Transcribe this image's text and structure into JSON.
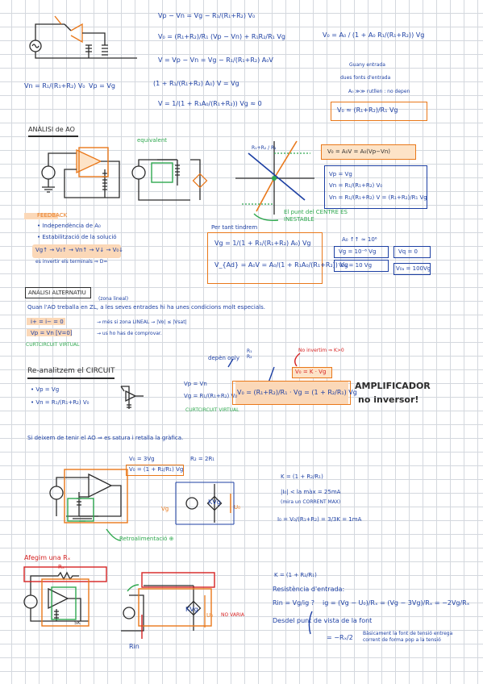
{
  "top": {
    "eq1": "Vp − Vn = Vg − R₁/(R₁+R₂) V₀",
    "eq2": "V₀ = (R₁+R₂)/R₁ (Vp − Vn) + R₁R₂/R₁ Vg",
    "eq3": "V = Vp − Vn = Vg − R₁/(R₁+R₂) A₀V",
    "eq4": "(1 + R₁/(R₁+R₂) A₀) V = Vg",
    "eq5": "V = 1/(1 + R₁A₀/(R₁+R₂)) Vg ≈ 0",
    "vn_eq": "Vn = R₁/(R₁+R₂) V₀",
    "vp_eq": "Vp = Vg",
    "v0_eq": "V₀ = A₀ / (1 + A₀ R₁/(R₁+R₂)) Vg",
    "note1": "Guany entrada",
    "note2": "dues fonts d'entrada",
    "note3": "A₀ ≫≫ rutllen : no depen",
    "result": "V₀ ≈ (R₁+R₂)/R₁ Vg"
  },
  "analisi": {
    "title": "ANÀLISI de AO",
    "equivalent": "equivalent",
    "feedback_title": "FEEDBACK",
    "feedback_1": "• Independència de A₀",
    "feedback_2": "• Estabilització de la solució",
    "chain": "Vg↑ → V₀↑ → Vn↑ → V↓ → V₀↓",
    "chain_note": "es invertir els terminals ⇒ D=",
    "unstable": "El punt del CENTRE ÉS INESTABLE",
    "graph_label": "R₁+R₂ / R₁",
    "green_box1": "V₀ = A₀V = A₀(Vp−Vn)",
    "green_box2a": "Vp = Vg",
    "green_box2b": "Vn = R₁/(R₁+R₂) V₀",
    "green_box2c": "Vn = R₁/(R₁+R₂) V = (R₁+R₂)/R₁ Vg",
    "per_tant": "Per tant tindrem",
    "vg_eq": "Vg = 1/(1 + R₁/(R₁+R₂) A₀) Vg",
    "vad_eq": "V_{Ad} = A₀V = A₀/(1 + R₁A₀/(R₁+R₂)) Vg",
    "a0_note": "A₀ ↑↑ ≈ 10⁶",
    "vg_small": "Vg = 10⁻⁶ Vg",
    "vad_small": "V₀ₐ = 10 Vg",
    "vq0": "Vq = 0",
    "vad100": "V₀ₐ = 100Vg"
  },
  "alternatiu": {
    "title": "ANÀLISI ALTERNATIU",
    "subtitle": "(zona lineal)",
    "sentence": "Quan l'AO treballa en ZL, a les seves entrades hi ha unes condicions molt especials.",
    "cond1": "i+ = i− = 0",
    "cond2": "Vp = Vn [V=0]",
    "cond1_note": "→ més si zona LINEAL → |Vo| ≤ |Vsat|",
    "cond2_note": "→ us ho has de comprovar.",
    "curt": "CURTCIRCUIT VIRTUAL"
  },
  "reanal": {
    "title": "Re-analitzem el CIRCUIT",
    "b1": "• Vp = Vg",
    "b2": "• Vn = R₁/(R₁+R₂) V₀",
    "mid1": "Vp = Vn",
    "mid2": "Vg = R₁/(R₁+R₂) V₀",
    "curt": "CURTCIRCUIT VIRTUAL",
    "depen": "depèn only",
    "r_labels": "R₁ R₂",
    "no_invertirl": "No invertim ⇒ K>0",
    "vo_kvg": "V₀ = K · Vg",
    "main": "V₀ = (R₁+R₂)/R₁ · Vg = (1 + R₂/R₁) Vg",
    "amp1": "AMPLIFICADOR",
    "amp2": "no inversor!"
  },
  "sat": {
    "sentence": "Si deixem de tenir el AO ⇒ es satura i retalla la gràfica.",
    "vo_eq": "V₀ = 3Vg",
    "r_eq": "R₂ = 2R₁",
    "vo2": "V₀ = (1 + R₂/R₁) Vg",
    "retro": "Retroalimentació ⊕",
    "k_eq": "K = (1 + R₂/R₁)",
    "limit": "|I₀| < la màx = 25mA",
    "limit_note": "(mira un CORRENT MAX)",
    "io_eq": "I₀ = V₀/(R₁+R₂) = 3/3K = 1mA",
    "kvg": "KVg",
    "vg": "Vg",
    "uo": "U₀"
  },
  "rx": {
    "title": "Afegim una Rₓ",
    "rx": "Rₓ",
    "sk": "5K",
    "kvg": "KVg",
    "uo": "U₀",
    "no_varia": "NO VARIA",
    "rin": "Rin",
    "k_eq": "K = (1 + R₂/R₁)",
    "res_title": "Resistència d'entrada:",
    "rin_eq": "Rin = Vg/ig ?",
    "ig_eq": "ig = (Vg − U₀)/Rₓ = (Vg − 3Vg)/Rₓ = −2Vg/Rₓ",
    "desde": "Desdel punt de vista de la font",
    "equiv": "= −Rₓ/2",
    "note": "Bàsicament la font de tensió entrega corrent de forma pop a la tensió"
  }
}
